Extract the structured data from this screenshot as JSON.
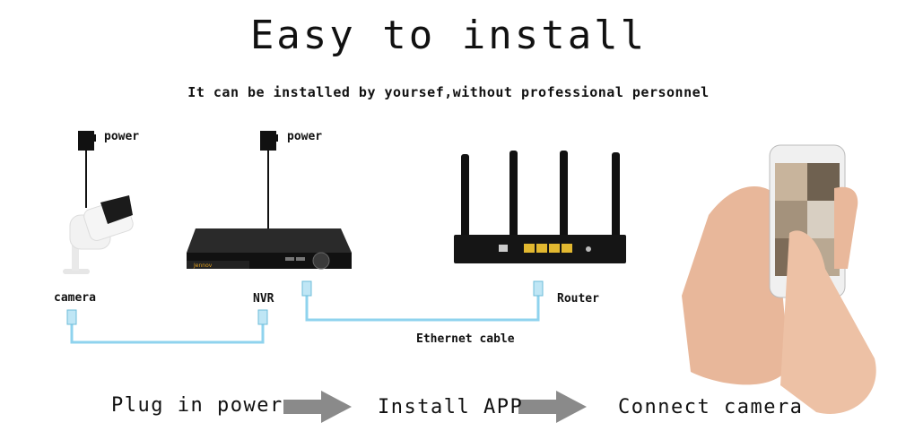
{
  "header": {
    "title": "Easy to install",
    "subtitle": "It can be installed by yoursef,without professional personnel"
  },
  "devices": {
    "camera_label": "camera",
    "nvr_label": "NVR",
    "router_label": "Router",
    "power_label_1": "power",
    "power_label_2": "power",
    "nvr_brand": "Jennov",
    "cable_label": "Ethernet cable"
  },
  "steps": [
    {
      "label": "Plug in power"
    },
    {
      "label": "Install APP"
    },
    {
      "label": "Connect camera"
    }
  ],
  "colors": {
    "cable": "#8fd3ee",
    "arrow": "#8a8a8a",
    "device_dark": "#1a1a1a"
  }
}
